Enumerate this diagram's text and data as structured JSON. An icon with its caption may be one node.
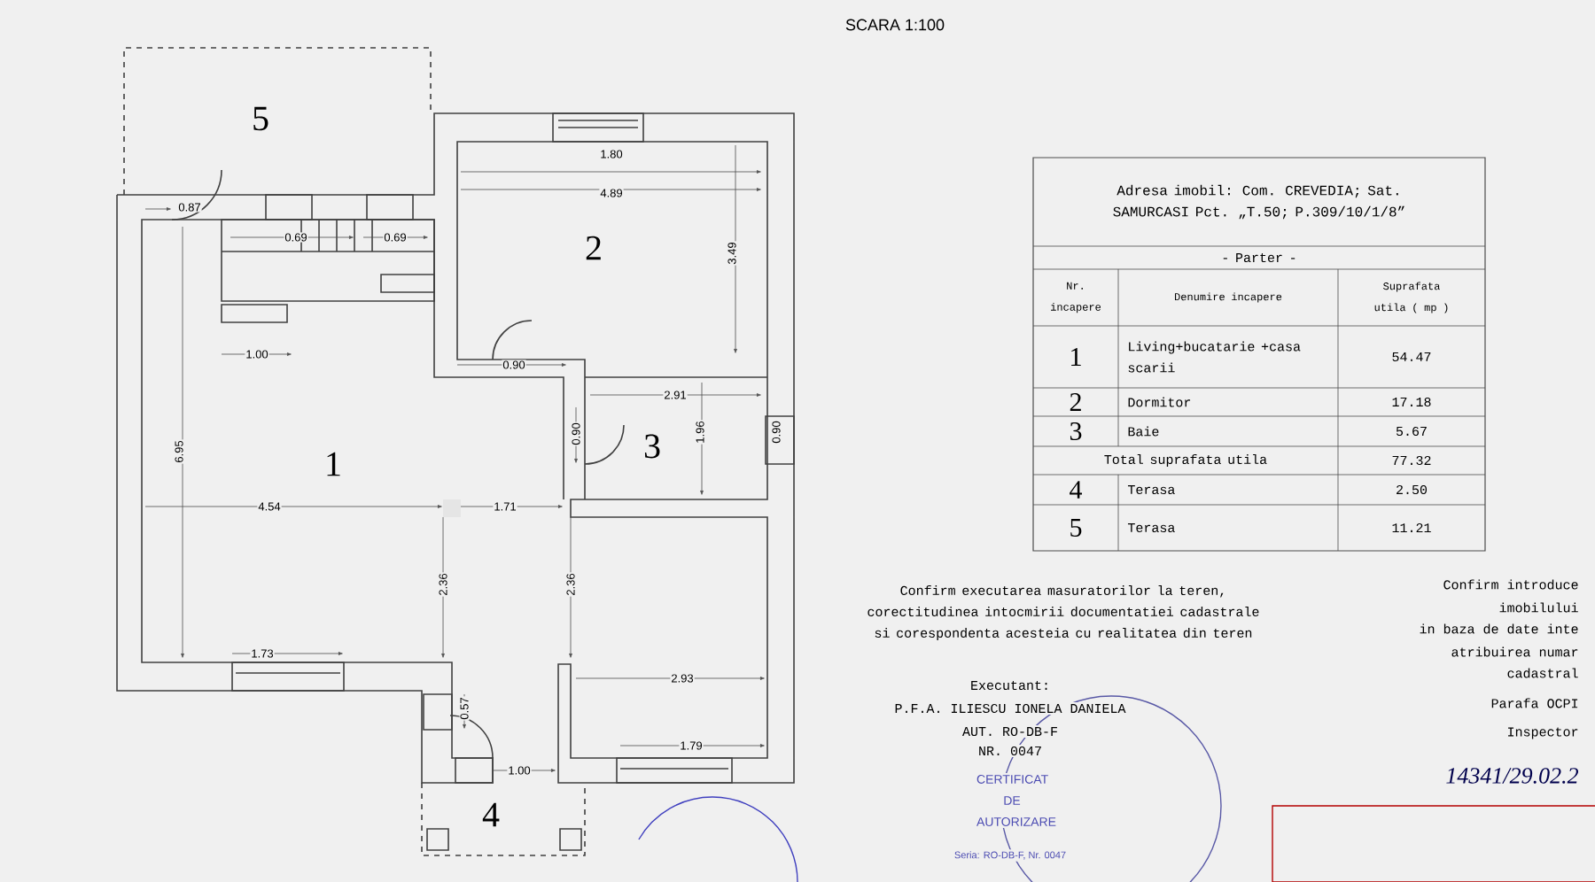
{
  "diagram": {
    "labels": [
      "SCARA 1:100",
      "5",
      "1.80",
      "4.89",
      "2",
      "3.49",
      "0.87",
      "0.69",
      "0.69",
      "1.00",
      "0.90",
      "2.91",
      "6.95",
      "0.90",
      "3",
      "1.96",
      "0.90",
      "1",
      "4.54",
      "1.71",
      "2.36",
      "2.36",
      "1.73",
      "2.93",
      "0.57",
      "1.79",
      "1.00",
      "4",
      "Adresa imobil: Com. CREVEDIA; Sat. SAMURCASI Pct. „T.50; P.309/10/1/8”",
      "- Parter -",
      "Nr. incapere",
      "Denumire incapere",
      "Suprafata utila ( mp )",
      "1",
      "Living+bucatarie +casa scarii",
      "54.47",
      "2",
      "Dormitor",
      "17.18",
      "3",
      "Baie",
      "5.67",
      "Total suprafata utila",
      "77.32",
      "4",
      "Terasa",
      "2.50",
      "5",
      "Terasa",
      "11.21",
      "Confirm executarea masuratorilor la teren, corectitudinea intocmirii documentatiei cadastrale si corespondenta acesteia cu realitatea din teren",
      "Executant:",
      "P.F.A. ILIESCU IONELA DANIELA",
      "AUT. RO-DB-F",
      "NR. 0047",
      "CERTIFICAT DE AUTORIZARE",
      "Seria: RO-DB-F, Nr. 0047",
      "Confirm introduce",
      "imobilului",
      "in baza de date inte",
      "atribuirea numar",
      "cadastral",
      "Parafa OCPI",
      "Inspector",
      "14341/29.02.2"
    ]
  }
}
